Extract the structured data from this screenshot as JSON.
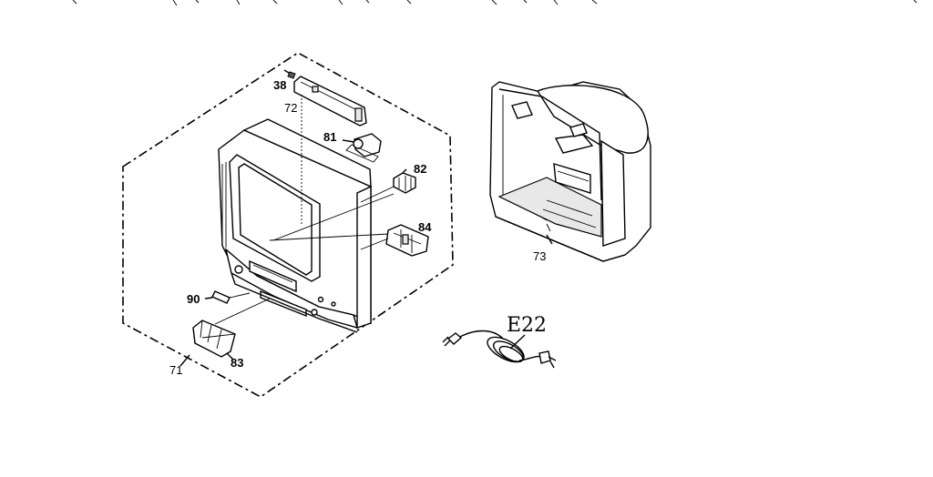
{
  "labels": {
    "p38": "38",
    "p72": "72",
    "p81": "81",
    "p82": "82",
    "p84": "84",
    "p90": "90",
    "p83": "83",
    "p71": "71",
    "p73": "73",
    "e22": "E22"
  }
}
